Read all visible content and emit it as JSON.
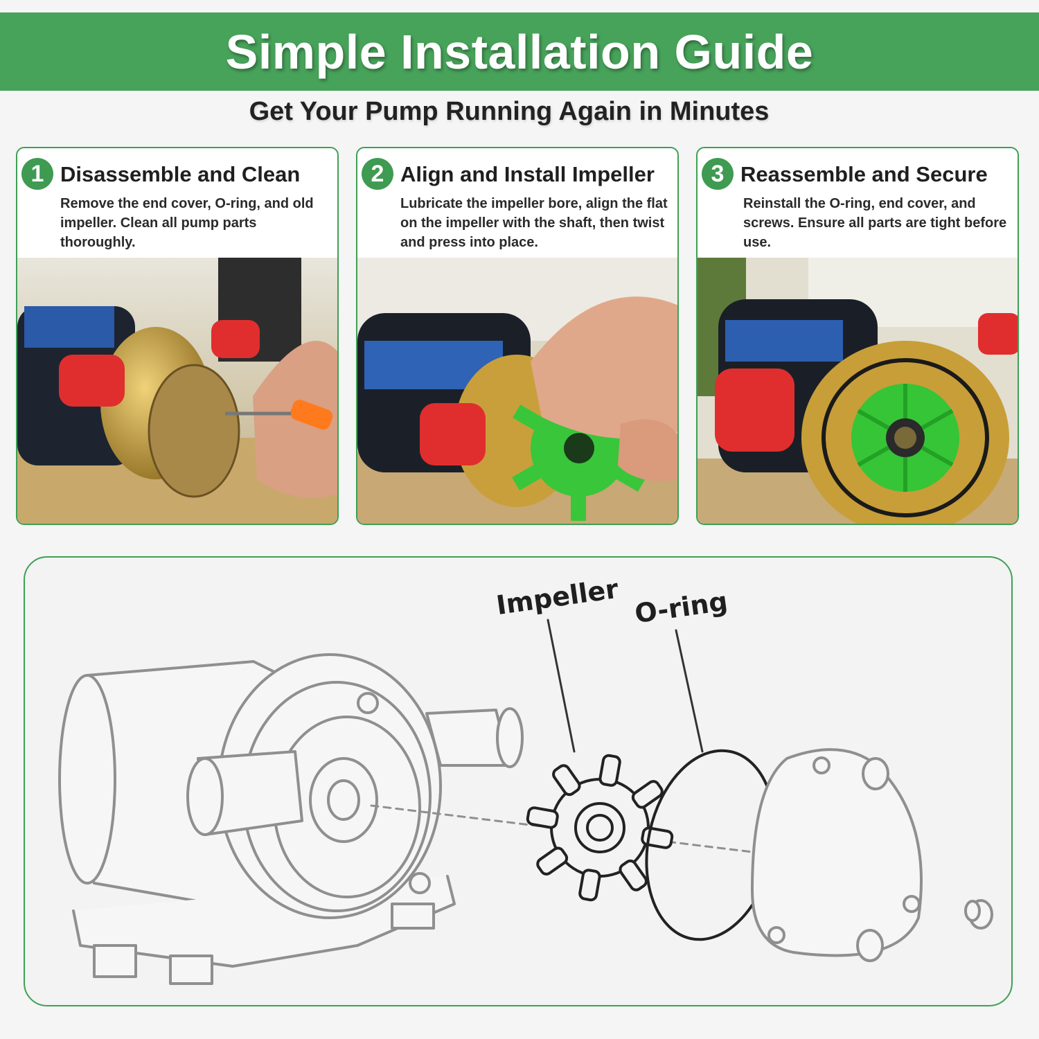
{
  "header": {
    "title": "Simple Installation Guide",
    "subtitle": "Get Your Pump Running Again in Minutes"
  },
  "colors": {
    "accent_green": "#47a25a",
    "impeller_green": "#3fcf3c",
    "cap_red": "#e53b3b",
    "brass": "#c9a23a"
  },
  "steps": [
    {
      "number": "1",
      "title": "Disassemble and Clean",
      "description": "Remove the end cover, O-ring, and old impeller. Clean all pump parts thoroughly."
    },
    {
      "number": "2",
      "title": "Align and Install Impeller",
      "description": "Lubricate the impeller bore, align the flat on the impeller with the shaft, then twist and press into place."
    },
    {
      "number": "3",
      "title": "Reassemble and Secure",
      "description": "Reinstall the O-ring, end cover, and screws. Ensure all parts are tight before use."
    }
  ],
  "diagram": {
    "labels": {
      "impeller": "Impeller",
      "oring": "O-ring"
    }
  }
}
